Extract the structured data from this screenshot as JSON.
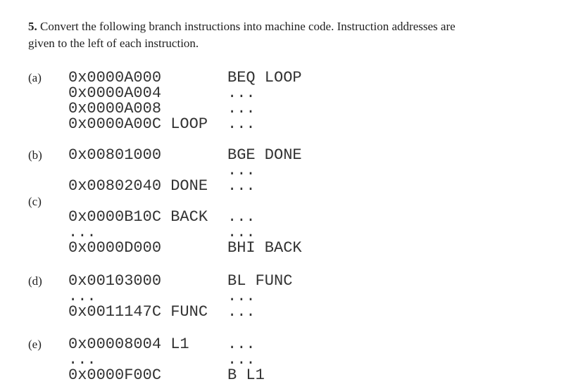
{
  "page": {
    "background": "#ffffff",
    "header_text_color": "#1f1f1f",
    "code_text_color": "#333333"
  },
  "header": {
    "number": "5.",
    "line1": "Convert the following branch instructions into machine code. Instruction addresses are",
    "line2": "given to the left of each instruction."
  },
  "listing": {
    "sections": [
      {
        "label": "(a)",
        "rows": [
          {
            "col1": "0x0000A000",
            "col2": "BEQ LOOP"
          },
          {
            "col1": "0x0000A004",
            "col2": "..."
          },
          {
            "col1": "0x0000A008",
            "col2": "..."
          },
          {
            "col1": "0x0000A00C LOOP",
            "col2": "..."
          }
        ]
      },
      {
        "label": "(b)",
        "rows": [
          {
            "col1": "0x00801000",
            "col2": "BGE DONE"
          },
          {
            "col1": "",
            "col2": "..."
          },
          {
            "col1": "0x00802040 DONE",
            "col2": "..."
          }
        ]
      },
      {
        "label": "(c)",
        "label_own_line": true,
        "rows": [
          {
            "col1": "0x0000B10C BACK",
            "col2": "..."
          },
          {
            "col1": "...",
            "col2": "..."
          },
          {
            "col1": "0x0000D000",
            "col2": "BHI BACK"
          }
        ]
      },
      {
        "label": "(d)",
        "rows": [
          {
            "col1": "0x00103000",
            "col2": "BL FUNC"
          },
          {
            "col1": "...",
            "col2": "..."
          },
          {
            "col1": "0x0011147C FUNC",
            "col2": "..."
          }
        ]
      },
      {
        "label": "(e)",
        "rows": [
          {
            "col1": "0x00008004 L1",
            "col2": "..."
          },
          {
            "col1": "...",
            "col2": "..."
          },
          {
            "col1": "0x0000F00C",
            "col2": "B L1"
          }
        ]
      }
    ]
  }
}
